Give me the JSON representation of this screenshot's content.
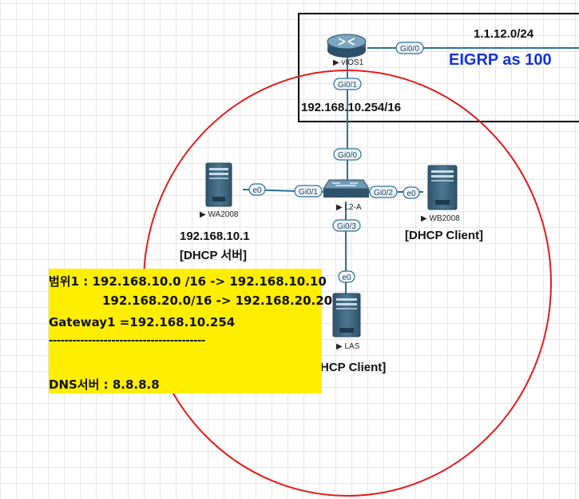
{
  "network": {
    "title": "EIGRP as 100",
    "wan_subnet": "1.1.12.0/24",
    "lan_ip": "192.168.10.254/16"
  },
  "devices": {
    "router": {
      "name": "vIOS1"
    },
    "switch": {
      "name": "L2-A"
    },
    "server_a": {
      "name": "WA2008",
      "ip": "192.168.10.1",
      "role": "[DHCP 서버]"
    },
    "server_b": {
      "name": "WB2008",
      "role": "[DHCP Client]"
    },
    "server_c": {
      "name": "LAS",
      "role": "HCP Client]"
    }
  },
  "ports": {
    "router_wan": "Gi0/0",
    "router_lan": "Gi0/1",
    "switch_up": "Gi0/0",
    "switch_left": "Gi0/1",
    "switch_right": "Gi0/2",
    "switch_down": "Gi0/3",
    "server_a_nic": "e0",
    "server_b_nic": "e0",
    "server_c_nic": "e0"
  },
  "note": {
    "range1": "범위1 : 192.168.10.0 /16 -> 192.168.10.10",
    "range2": "192.168.20.0/16 -> 192.168.20.20",
    "gateway": "Gateway1 =192.168.10.254",
    "separator": "----------------------------------------",
    "dns": "DNS서버 : 8.8.8.8"
  },
  "colors": {
    "circle": "#e31b1b",
    "link": "#2d6f96",
    "device": "#3b5f78",
    "title": "#1133dd",
    "note_bg": "#ffee00",
    "box_border": "#000000"
  }
}
